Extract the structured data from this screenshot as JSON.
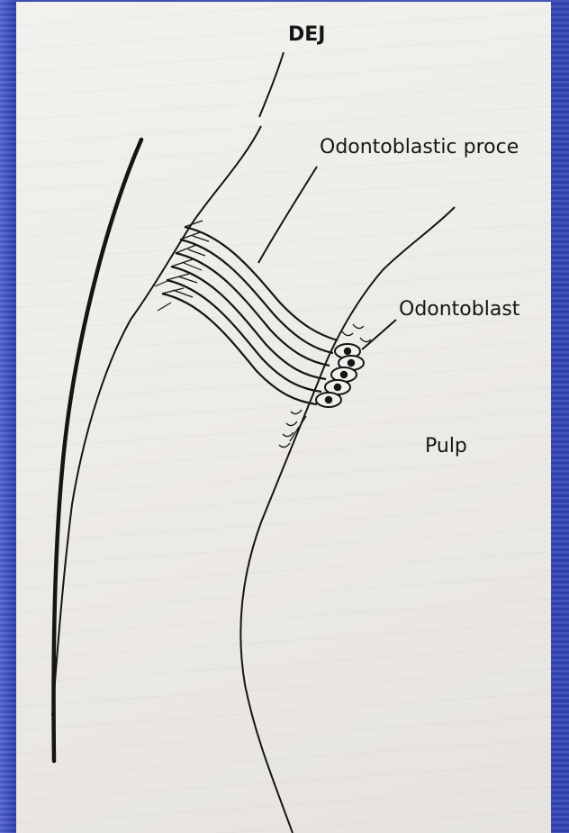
{
  "labels": {
    "dej": "DEJ",
    "odontoblastic_process": "Odontoblastic proce",
    "odontoblast": "Odontoblast",
    "pulp": "Pulp"
  },
  "colors": {
    "slide_background": "#2f3fa8",
    "paper": "#f0eeea",
    "ink": "#151515"
  }
}
